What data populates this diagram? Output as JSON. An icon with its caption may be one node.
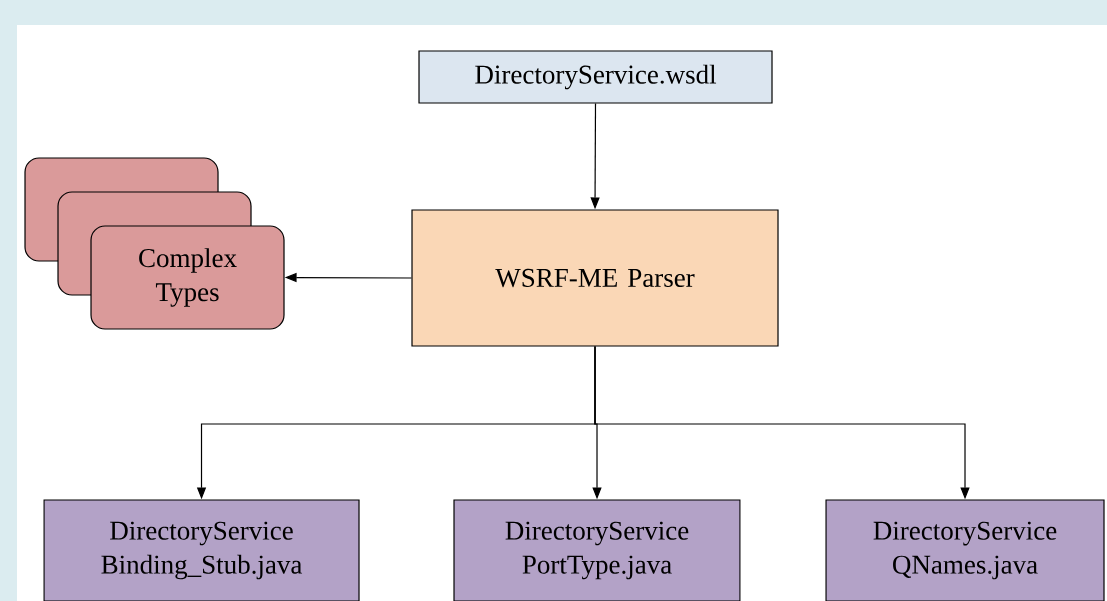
{
  "diagram": {
    "nodes": [
      {
        "text": [
          "DirectoryService.wsdl"
        ]
      },
      {
        "text": [
          "WSRF-ME Parser"
        ]
      },
      {
        "text": [
          "Complex Types"
        ]
      },
      {
        "text": [
          "DirectoryService Binding_Stub.java"
        ]
      },
      {
        "text": [
          "DirectoryService PortType.java"
        ]
      },
      {
        "text": [
          "DirectoryService QNames.java"
        ]
      }
    ],
    "edges": [
      {
        "from": 0,
        "to": 1,
        "arrow": "to"
      },
      {
        "from": 1,
        "to": 2,
        "arrow": "to"
      },
      {
        "from": 1,
        "to": 3,
        "arrow": "to"
      },
      {
        "from": 1,
        "to": 4,
        "arrow": "to"
      },
      {
        "from": 1,
        "to": 5,
        "arrow": "to"
      }
    ]
  }
}
